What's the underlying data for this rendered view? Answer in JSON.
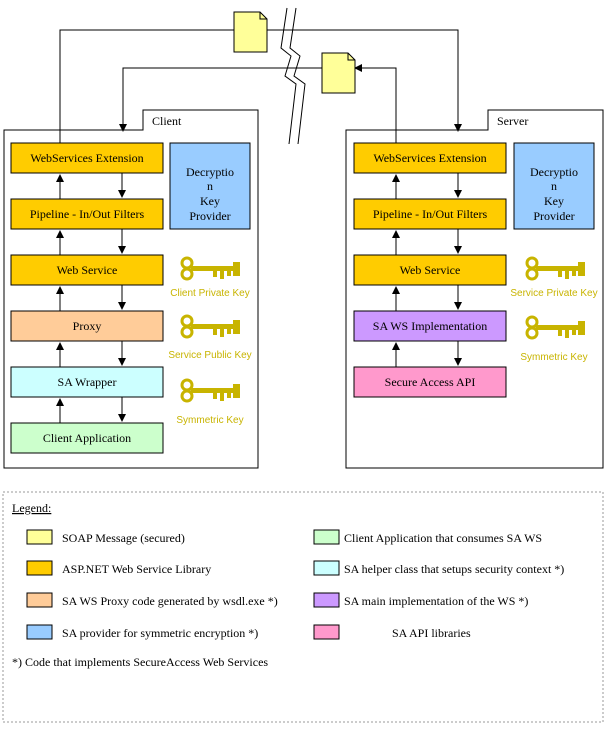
{
  "client": {
    "title": "Client",
    "webservices_extension": "WebServices Extension",
    "pipeline": "Pipeline - In/Out Filters",
    "web_service": "Web Service",
    "proxy": "Proxy",
    "sa_wrapper": "SA Wrapper",
    "client_application": "Client Application",
    "decryption_line1": "Decryptio",
    "decryption_line2": "n",
    "decryption_line3": "Key",
    "decryption_line4": "Provider",
    "key_client_private": "Client Private Key",
    "key_service_public": "Service Public Key",
    "key_symmetric": "Symmetric Key"
  },
  "server": {
    "title": "Server",
    "webservices_extension": "WebServices Extension",
    "pipeline": "Pipeline - In/Out Filters",
    "web_service": "Web Service",
    "sa_ws_implementation": "SA WS Implementation",
    "secure_access_api": "Secure Access API",
    "decryption_line1": "Decryptio",
    "decryption_line2": "n",
    "decryption_line3": "Key",
    "decryption_line4": "Provider",
    "key_service_private": "Service Private Key",
    "key_symmetric": "Symmetric Key"
  },
  "legend": {
    "title": "Legend:",
    "items": [
      {
        "label": "SOAP Message (secured)",
        "color": "#ffff99"
      },
      {
        "label": "ASP.NET Web Service Library",
        "color": "#ffcc00"
      },
      {
        "label": "SA WS Proxy code generated by wsdl.exe *)",
        "color": "#ffcc99"
      },
      {
        "label": "SA provider for symmetric encryption *)",
        "color": "#99ccff"
      },
      {
        "label": "Client Application that consumes SA WS",
        "color": "#ccffcc"
      },
      {
        "label": "SA helper class that setups security context *)",
        "color": "#ccffff"
      },
      {
        "label": "SA main implementation of the WS *)",
        "color": "#cc99ff"
      },
      {
        "label": "SA API libraries",
        "color": "#ff99cc"
      }
    ],
    "footnote": "*) Code that implements SecureAccess Web Services"
  },
  "colors": {
    "soap": "#ffff99",
    "aspnet": "#ffcc00",
    "proxy": "#ffcc99",
    "provider": "#99ccff",
    "client_app": "#ccffcc",
    "helper": "#ccffff",
    "impl": "#cc99ff",
    "api": "#ff99cc",
    "key": "#c8b400"
  }
}
